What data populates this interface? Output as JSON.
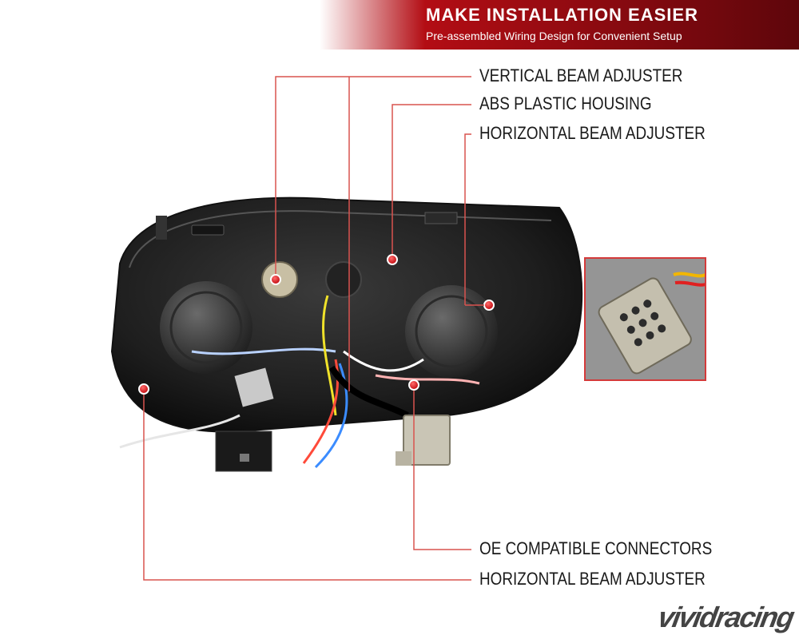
{
  "banner": {
    "title": "MAKE INSTALLATION EASIER",
    "subtitle": "Pre-assembled Wiring Design for Convenient Setup"
  },
  "callouts": [
    "VERTICAL BEAM ADJUSTER",
    "ABS PLASTIC HOUSING",
    "HORIZONTAL BEAM ADJUSTER",
    "OE COMPATIBLE CONNECTORS",
    "HORIZONTAL BEAM ADJUSTER"
  ],
  "logo": "vividracing",
  "colors": {
    "accent": "#c8101a",
    "callout_line": "#d9534f"
  }
}
